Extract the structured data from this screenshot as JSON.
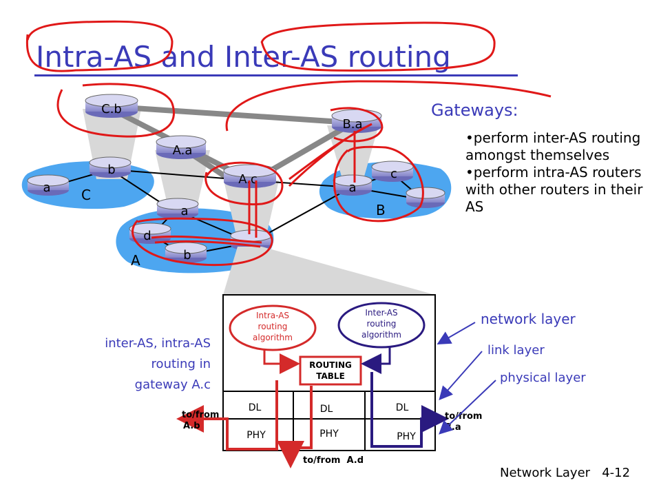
{
  "slide": {
    "title": "Intra-AS and Inter-AS routing",
    "footer_section": "Network Layer",
    "footer_page": "4-12"
  },
  "gateways": {
    "heading": "Gateways:",
    "bullets": [
      "perform inter-AS routing amongst themselves",
      "perform intra-AS routers with other routers in their AS"
    ]
  },
  "topology": {
    "routers": [
      "C.b",
      "B.a",
      "A.a",
      "A.c",
      "b",
      "a",
      "c",
      "a",
      "a",
      "d",
      "b"
    ],
    "as_labels": [
      "C",
      "B",
      "A"
    ]
  },
  "gateway_detail": {
    "caption_lines": [
      "inter-AS, intra-AS",
      "routing in",
      "gateway A.c"
    ],
    "intra_algo": [
      "Intra-AS",
      "routing",
      "algorithm"
    ],
    "inter_algo": [
      "Inter-AS",
      "routing",
      "algorithm"
    ],
    "table": [
      "ROUTING",
      "TABLE"
    ],
    "dl": [
      "DL",
      "DL",
      "DL"
    ],
    "phy": [
      "PHY",
      "PHY",
      "PHY"
    ],
    "tofrom_left": [
      "to/from",
      "A.b"
    ],
    "tofrom_right": [
      "to/from",
      "B.a"
    ],
    "tofrom_bottom": "to/from  A.d",
    "layer_labels": [
      "network layer",
      "link layer",
      "physical layer"
    ]
  }
}
